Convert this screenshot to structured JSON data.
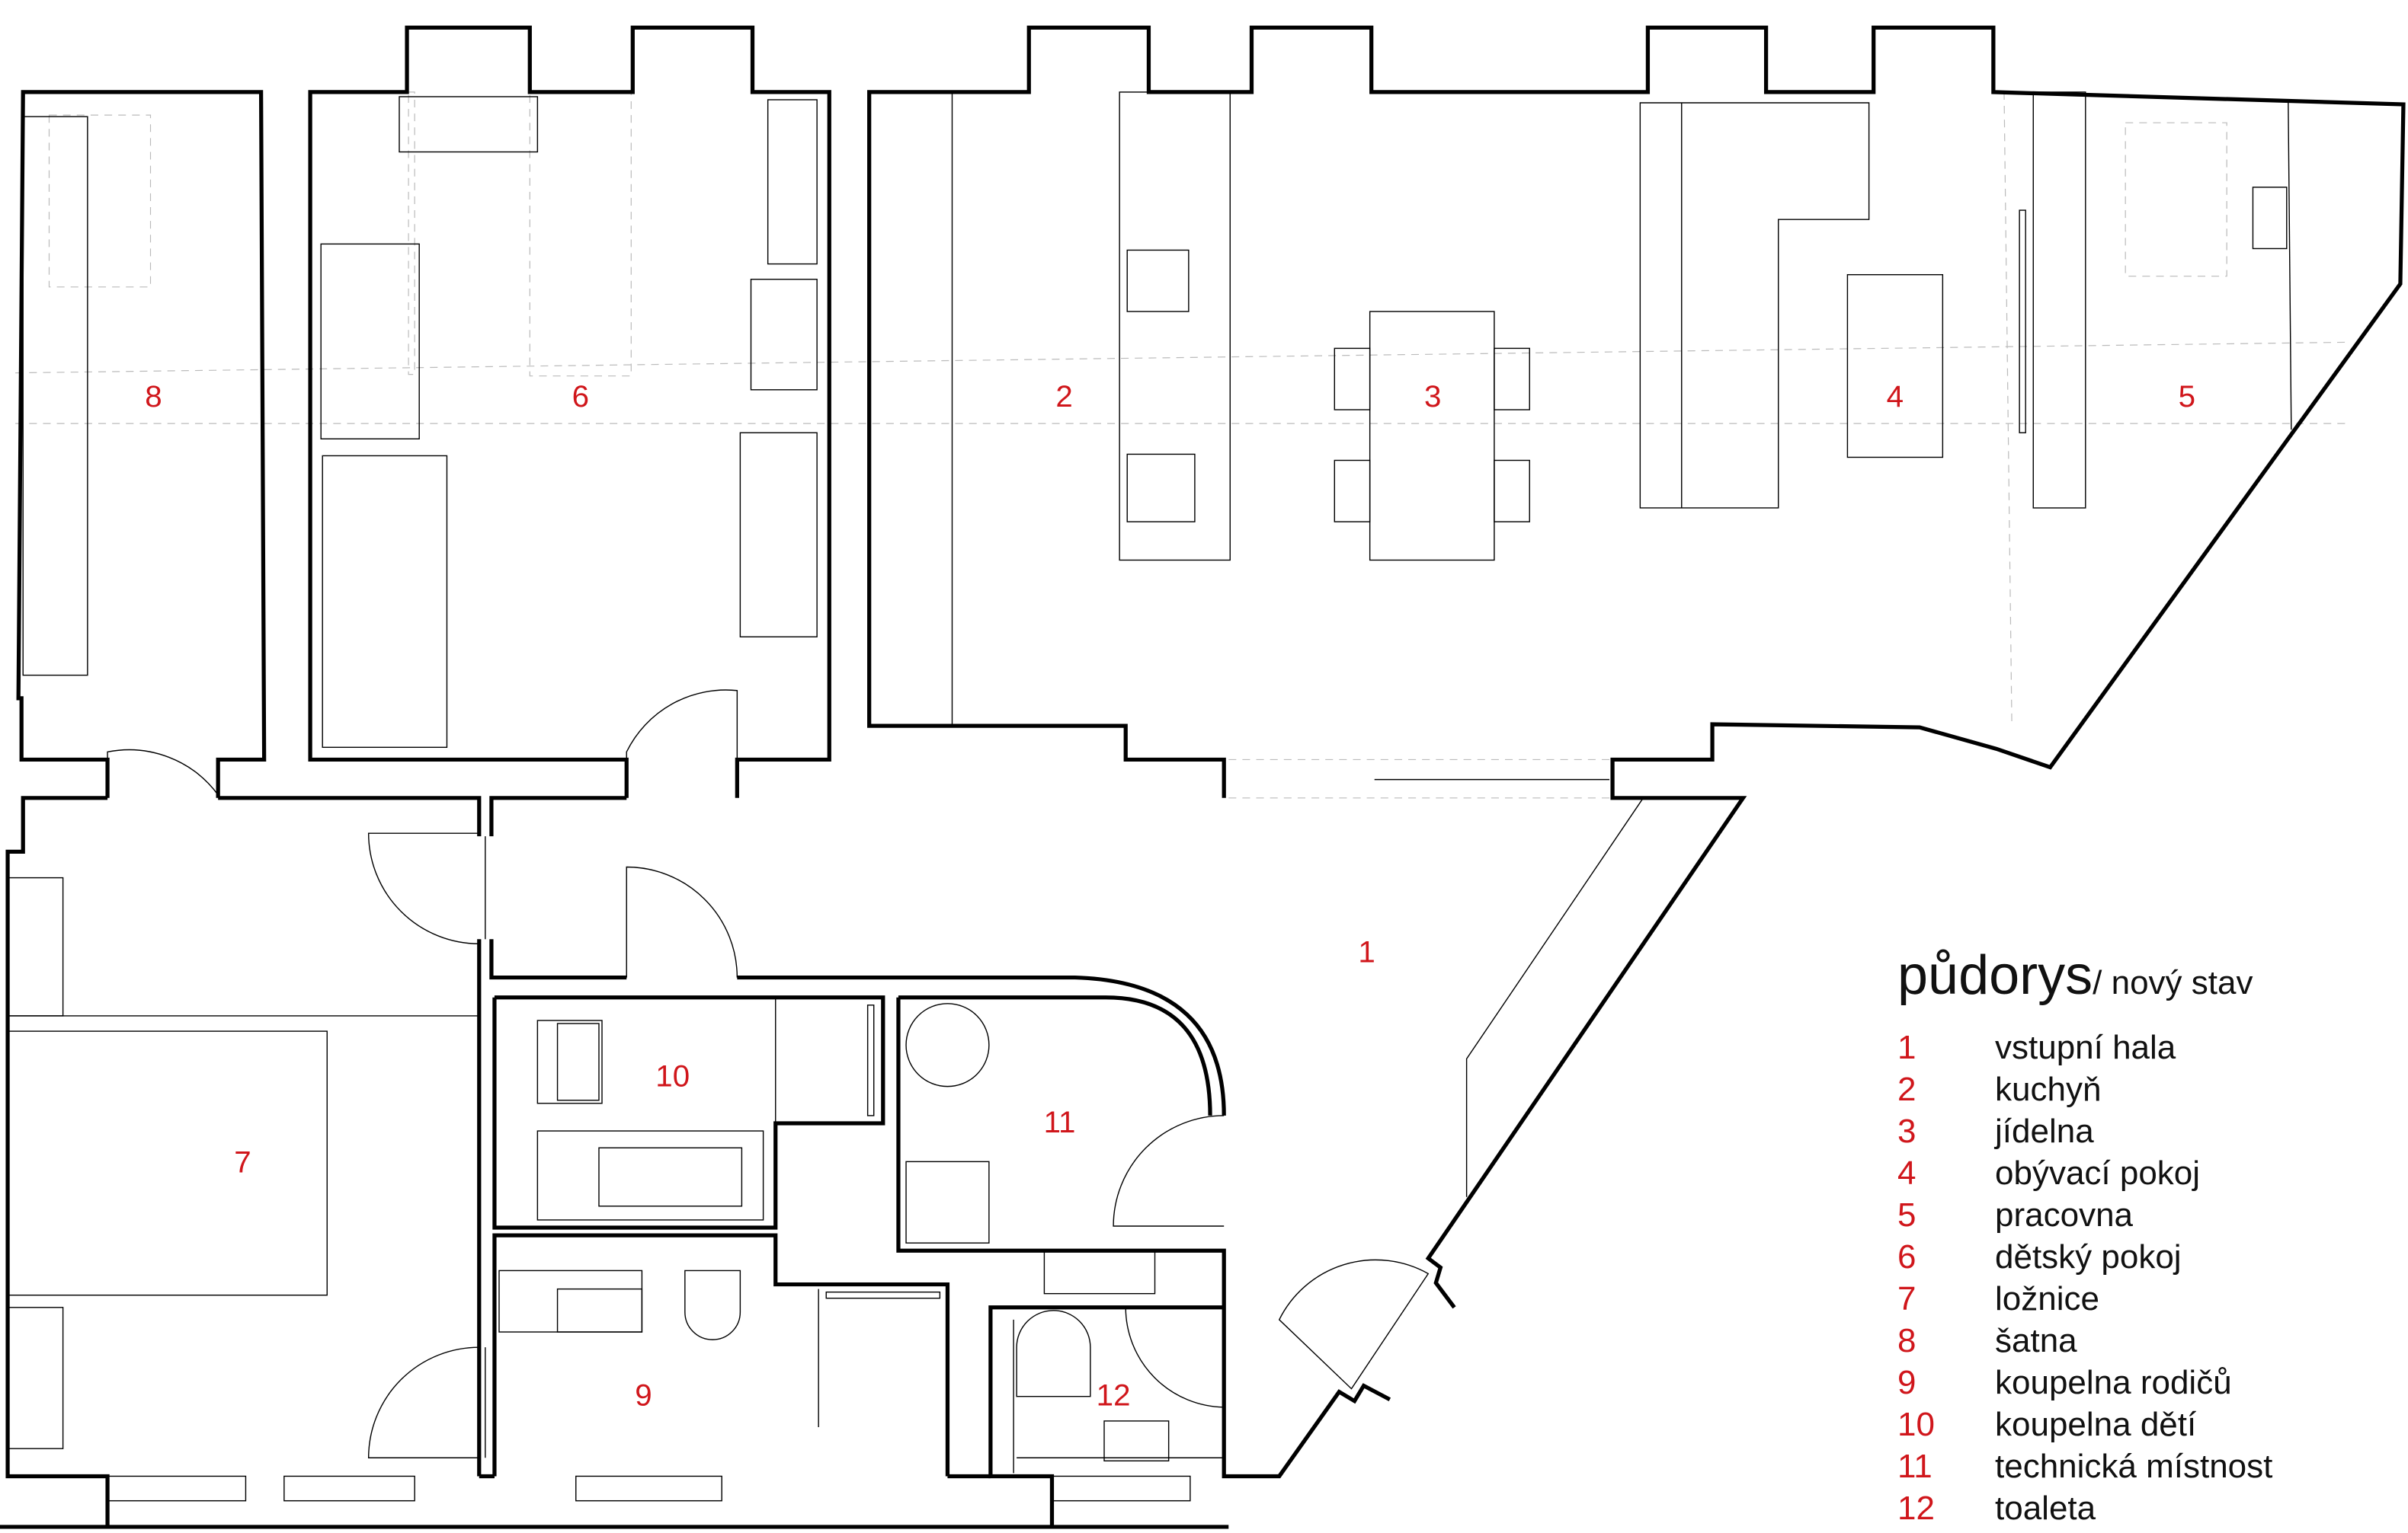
{
  "legend": {
    "title": "půdorys",
    "subtitle": "/ nový stav",
    "rooms": [
      {
        "num": "1",
        "name": "vstupní hala"
      },
      {
        "num": "2",
        "name": "kuchyň"
      },
      {
        "num": "3",
        "name": "jídelna"
      },
      {
        "num": "4",
        "name": "obývací pokoj"
      },
      {
        "num": "5",
        "name": "pracovna"
      },
      {
        "num": "6",
        "name": "dětský pokoj"
      },
      {
        "num": "7",
        "name": "ložnice"
      },
      {
        "num": "8",
        "name": "šatna"
      },
      {
        "num": "9",
        "name": "koupelna rodičů"
      },
      {
        "num": "10",
        "name": "koupelna dětí"
      },
      {
        "num": "11",
        "name": "technická místnost"
      },
      {
        "num": "12",
        "name": "toaleta"
      }
    ]
  },
  "colors": {
    "label": "#d0161b",
    "wall": "#000000"
  }
}
